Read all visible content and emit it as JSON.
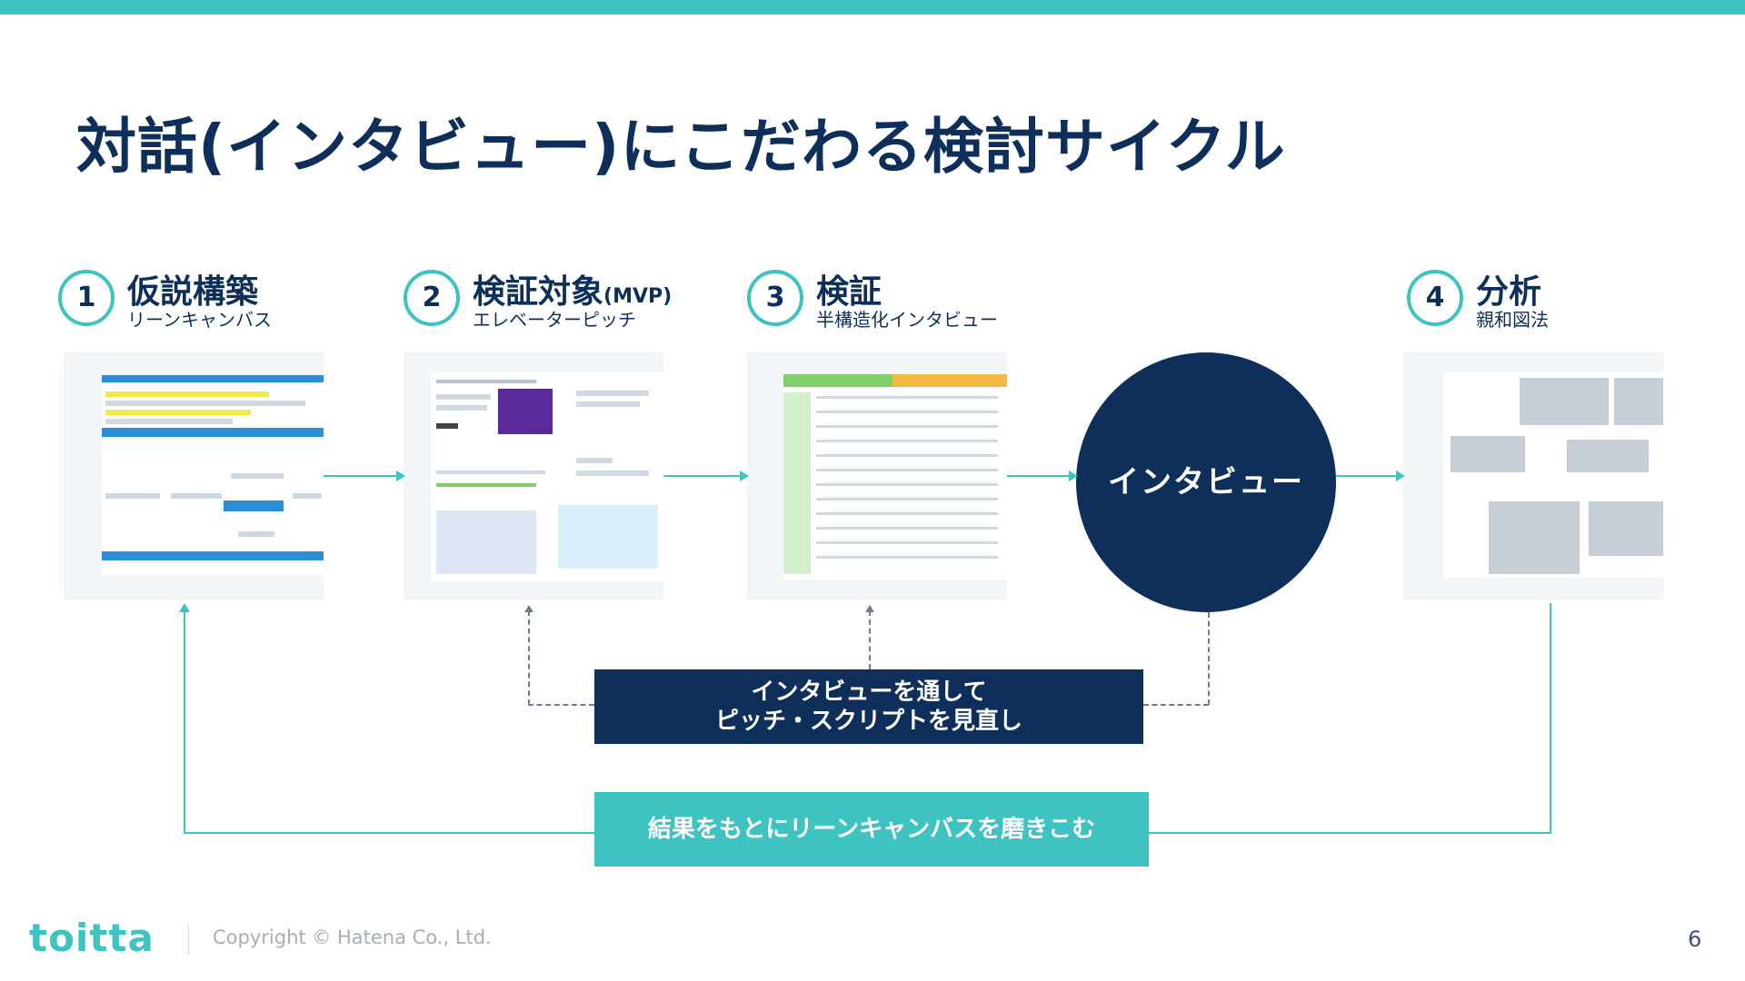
{
  "slide": {
    "title": "対話(インタビュー)にこだわる検討サイクル",
    "page_number": "6",
    "copyright": "Copyright © Hatena Co., Ltd.",
    "logo_text": "toitta"
  },
  "steps": [
    {
      "number": "1",
      "title": "仮説構築",
      "title_suffix": "",
      "subtitle": "リーンキャンバス"
    },
    {
      "number": "2",
      "title": "検証対象",
      "title_suffix": "(MVP)",
      "subtitle": "エレベーターピッチ"
    },
    {
      "number": "3",
      "title": "検証",
      "title_suffix": "",
      "subtitle": "半構造化インタビュー"
    },
    {
      "number": "4",
      "title": "分析",
      "title_suffix": "",
      "subtitle": "親和図法"
    }
  ],
  "interview_label": "インタビュー",
  "feedback_box": {
    "line1": "インタビューを通して",
    "line2": "ピッチ・スクリプトを見直し"
  },
  "loop_box": "結果をもとにリーンキャンバスを磨きこむ",
  "colors": {
    "navy": "#0d2f5a",
    "teal": "#3ec3c0"
  }
}
